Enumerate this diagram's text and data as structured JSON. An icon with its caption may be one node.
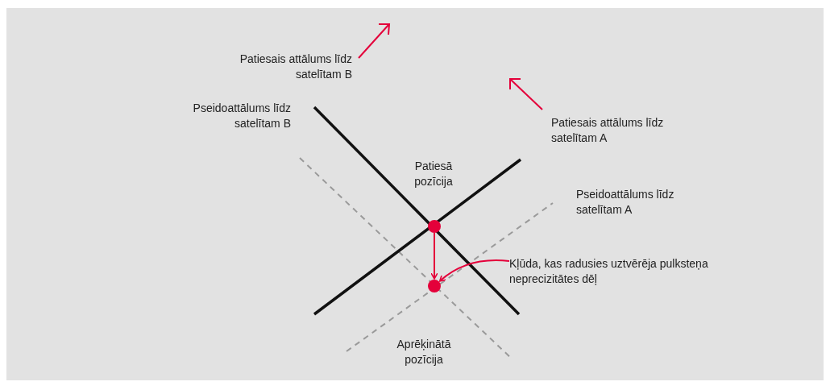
{
  "diagram": {
    "nodes": [
      {
        "text": [],
        "shape": "circle"
      },
      {
        "text": [],
        "shape": "circle"
      },
      {
        "text": [
          "Kļūda, kas radusies uztvērēja pulksteņa neprecizitātes dēļ"
        ]
      }
    ],
    "edges": [
      {
        "from": 0,
        "to": 1,
        "arrow": "to"
      },
      {
        "from": 2,
        "to": 1,
        "arrow": "to"
      }
    ],
    "labels": [
      "Patiesais attālums līdz satelītam B",
      "Pseidoattālums līdz satelītam B",
      "Patiesais attālums līdz satelītam A",
      "Patiesā pozīcija",
      "Pseidoattālums līdz satelītam A",
      "Aprēķinātā pozīcija"
    ]
  }
}
